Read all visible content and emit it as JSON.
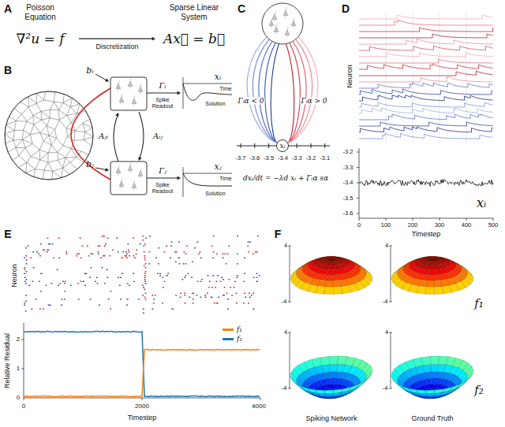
{
  "diagram": {
    "nodes": [
      {
        "text": [
          "Poisson Equation",
          "∇²u = f"
        ]
      },
      {
        "text": [
          "Sparse Linear System",
          "Ax⃗ = b⃗"
        ]
      },
      {
        "text": [
          "xᵢ"
        ]
      }
    ],
    "edges": [
      {
        "from": 0,
        "to": 1,
        "arrow": "to",
        "label": "Discretization"
      }
    ],
    "labels": [
      "A",
      "B",
      "C",
      "D",
      "E",
      "F",
      "bᵢ",
      "bⱼ",
      "Aⱼᵢ",
      "Aᵢⱼ",
      "Γᵢ",
      "Γⱼ",
      "Spike Readout",
      "Spike Readout",
      "Time",
      "Time",
      "Solution",
      "Solution",
      "xᵢ",
      "xⱼ",
      "Γᵢα < 0",
      "Γᵢα > 0",
      "-3.7",
      "-3.6",
      "-3.5",
      "-3.4",
      "-3.3",
      "-3.2",
      "-3.1",
      "dxᵢ/dt = −λd xᵢ + Γᵢα sα",
      "Neuron",
      "-3.2",
      "-3.3",
      "-3.4",
      "-3.5",
      "-3.6",
      "0",
      "100",
      "200",
      "300",
      "400",
      "500",
      "Timestep",
      "xᵢ",
      "Neuron",
      "Relative Residual",
      "2",
      "1",
      "0",
      "0",
      "2000",
      "4000",
      "Timestep",
      "4",
      "-4",
      "4",
      "-4",
      "4",
      "-4",
      "4",
      "-4",
      "f₁",
      "f₂",
      "Spiking Network",
      "Ground Truth"
    ],
    "legend": [
      {
        "text": "f₁",
        "color": "#ff7f0e"
      },
      {
        "text": "f₂",
        "color": "#1f77b4"
      }
    ]
  }
}
